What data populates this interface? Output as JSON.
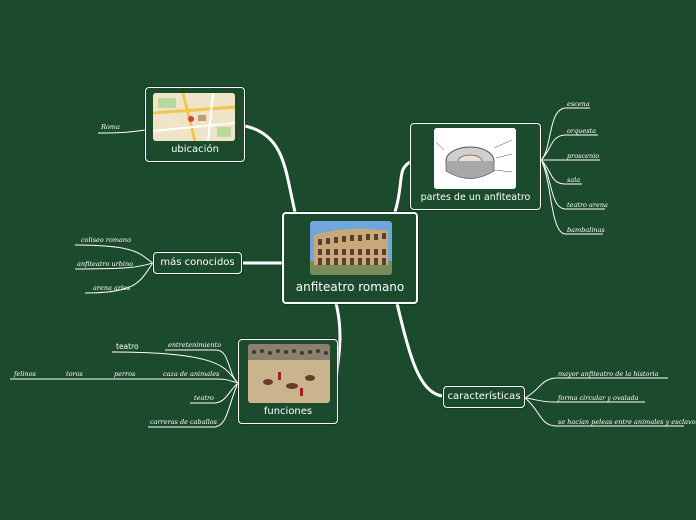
{
  "central": {
    "label": "anfiteatro romano",
    "image_icon": "colosseum-photo"
  },
  "topics": {
    "ubicacion": {
      "label": "ubicación",
      "image_icon": "city-map-image",
      "leaves": [
        "Roma"
      ]
    },
    "mas_conocidos": {
      "label": "más conocidos",
      "leaves": [
        "coliseo romano",
        "anfiteatro urbino",
        "arena arles"
      ]
    },
    "funciones": {
      "label": "funciones",
      "image_icon": "arena-combat-painting",
      "leaves": [
        "teatro",
        "entretenimiento",
        "caza de animales",
        "teatro",
        "carreras de caballos"
      ],
      "sub_leaves": [
        "felinos",
        "toros",
        "perros"
      ]
    },
    "partes": {
      "label": "partes de un anfiteatro",
      "image_icon": "amphitheater-cutaway-drawing",
      "leaves": [
        "escena",
        "orquesta",
        "proscenio",
        "sala",
        "teatro arena",
        "bambalinas"
      ]
    },
    "caracteristicas": {
      "label": "características",
      "leaves": [
        "mayor anfiteatro de la historia",
        "forma circular y ovalada",
        "se hacían peleas entre animales y esclavos"
      ]
    }
  },
  "colors": {
    "background": "#1b4a2c",
    "line": "#ffffff"
  }
}
